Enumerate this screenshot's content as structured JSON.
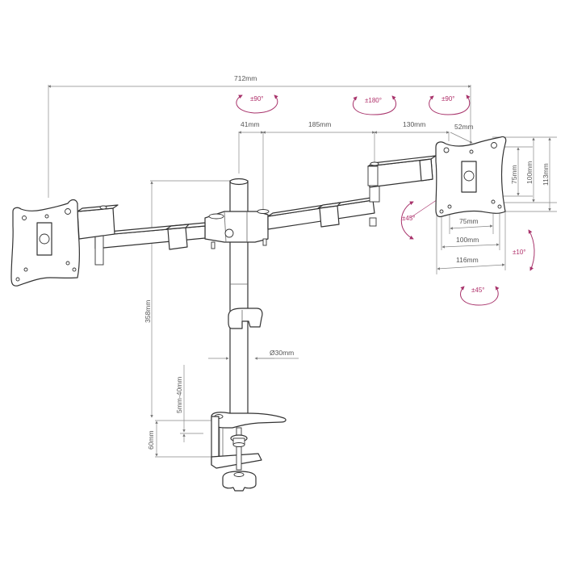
{
  "diagram": {
    "subject": "Dual monitor desk mount arm",
    "colors": {
      "line": "#333333",
      "dimension_line": "#888888",
      "dimension_text": "#555555",
      "rotation_accent": "#b0306a",
      "background": "#ffffff"
    },
    "dimensions": {
      "overall_width": "712mm",
      "pole_to_arm_offset": "41mm",
      "arm_segment_1": "185mm",
      "arm_segment_2": "130mm",
      "plate_offset": "52mm",
      "pole_height": "358mm",
      "pole_diameter": "Ø30mm",
      "clamp_thickness_range": "5mm-40mm",
      "clamp_height": "60mm",
      "vesa_vertical_small": "75mm",
      "vesa_vertical_large": "100mm",
      "plate_height": "113mm",
      "vesa_horizontal_small": "75mm",
      "vesa_horizontal_large": "100mm",
      "plate_width": "116mm"
    },
    "rotations": {
      "pole_arm_swivel": "±90°",
      "mid_joint_swivel": "±180°",
      "head_swivel": "±90°",
      "plate_rotation": "±45°",
      "plate_tilt": "±10°",
      "plate_pan": "±45°"
    }
  }
}
